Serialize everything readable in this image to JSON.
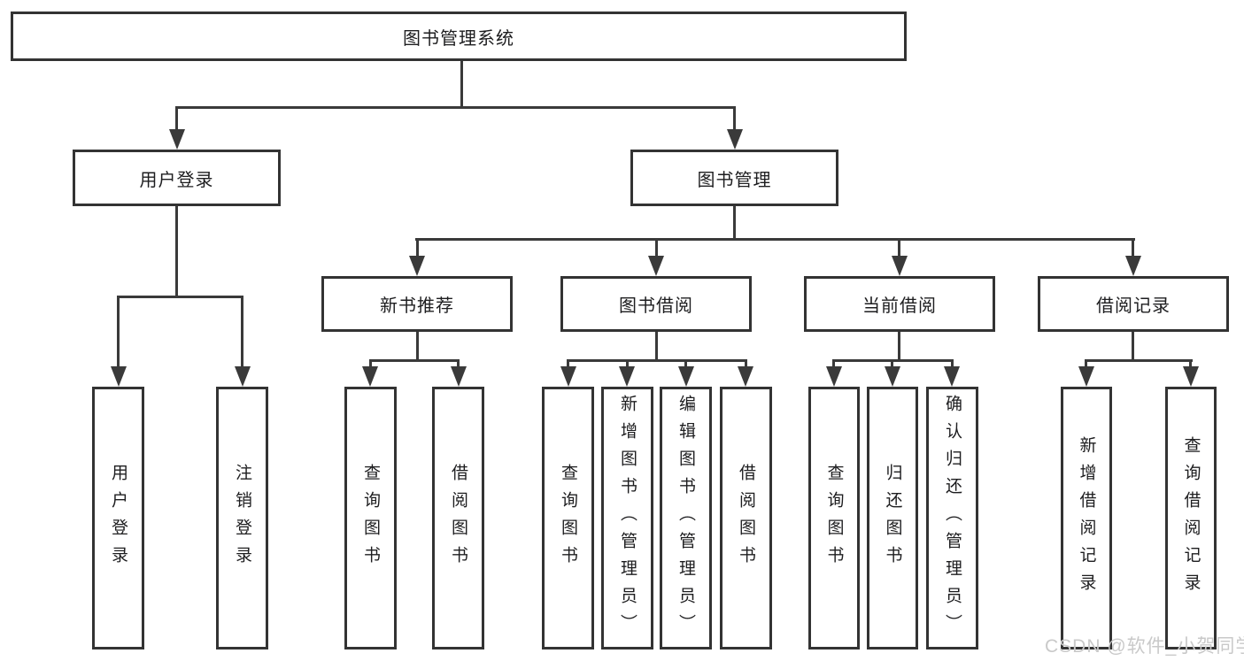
{
  "title_box": "图书管理系统",
  "branches": {
    "user_login": {
      "label": "用户登录",
      "leaves": {
        "login": "用户登录",
        "logout": "注销登录"
      }
    },
    "book_mgmt": {
      "label": "图书管理",
      "modules": {
        "new_book_rec": {
          "label": "新书推荐",
          "leaves": {
            "query": "查询图书",
            "borrow": "借阅图书"
          }
        },
        "book_borrow": {
          "label": "图书借阅",
          "leaves": {
            "query": "查询图书",
            "add": "新增图书（管理员）",
            "edit": "编辑图书（管理员）",
            "borrow": "借阅图书"
          }
        },
        "current_borrow": {
          "label": "当前借阅",
          "leaves": {
            "query": "查询图书",
            "return": "归还图书",
            "confirm": "确认归还（管理员）"
          }
        },
        "borrow_records": {
          "label": "借阅记录",
          "leaves": {
            "add": "新增借阅记录",
            "query": "查询借阅记录"
          }
        }
      }
    }
  },
  "watermark": "CSDN @软件_小贺同学",
  "colors": {
    "line": "#3a3a3a",
    "box_border": "#333333",
    "text": "#1d1d1f",
    "watermark": "#c9c9c9",
    "background": "#ffffff"
  }
}
